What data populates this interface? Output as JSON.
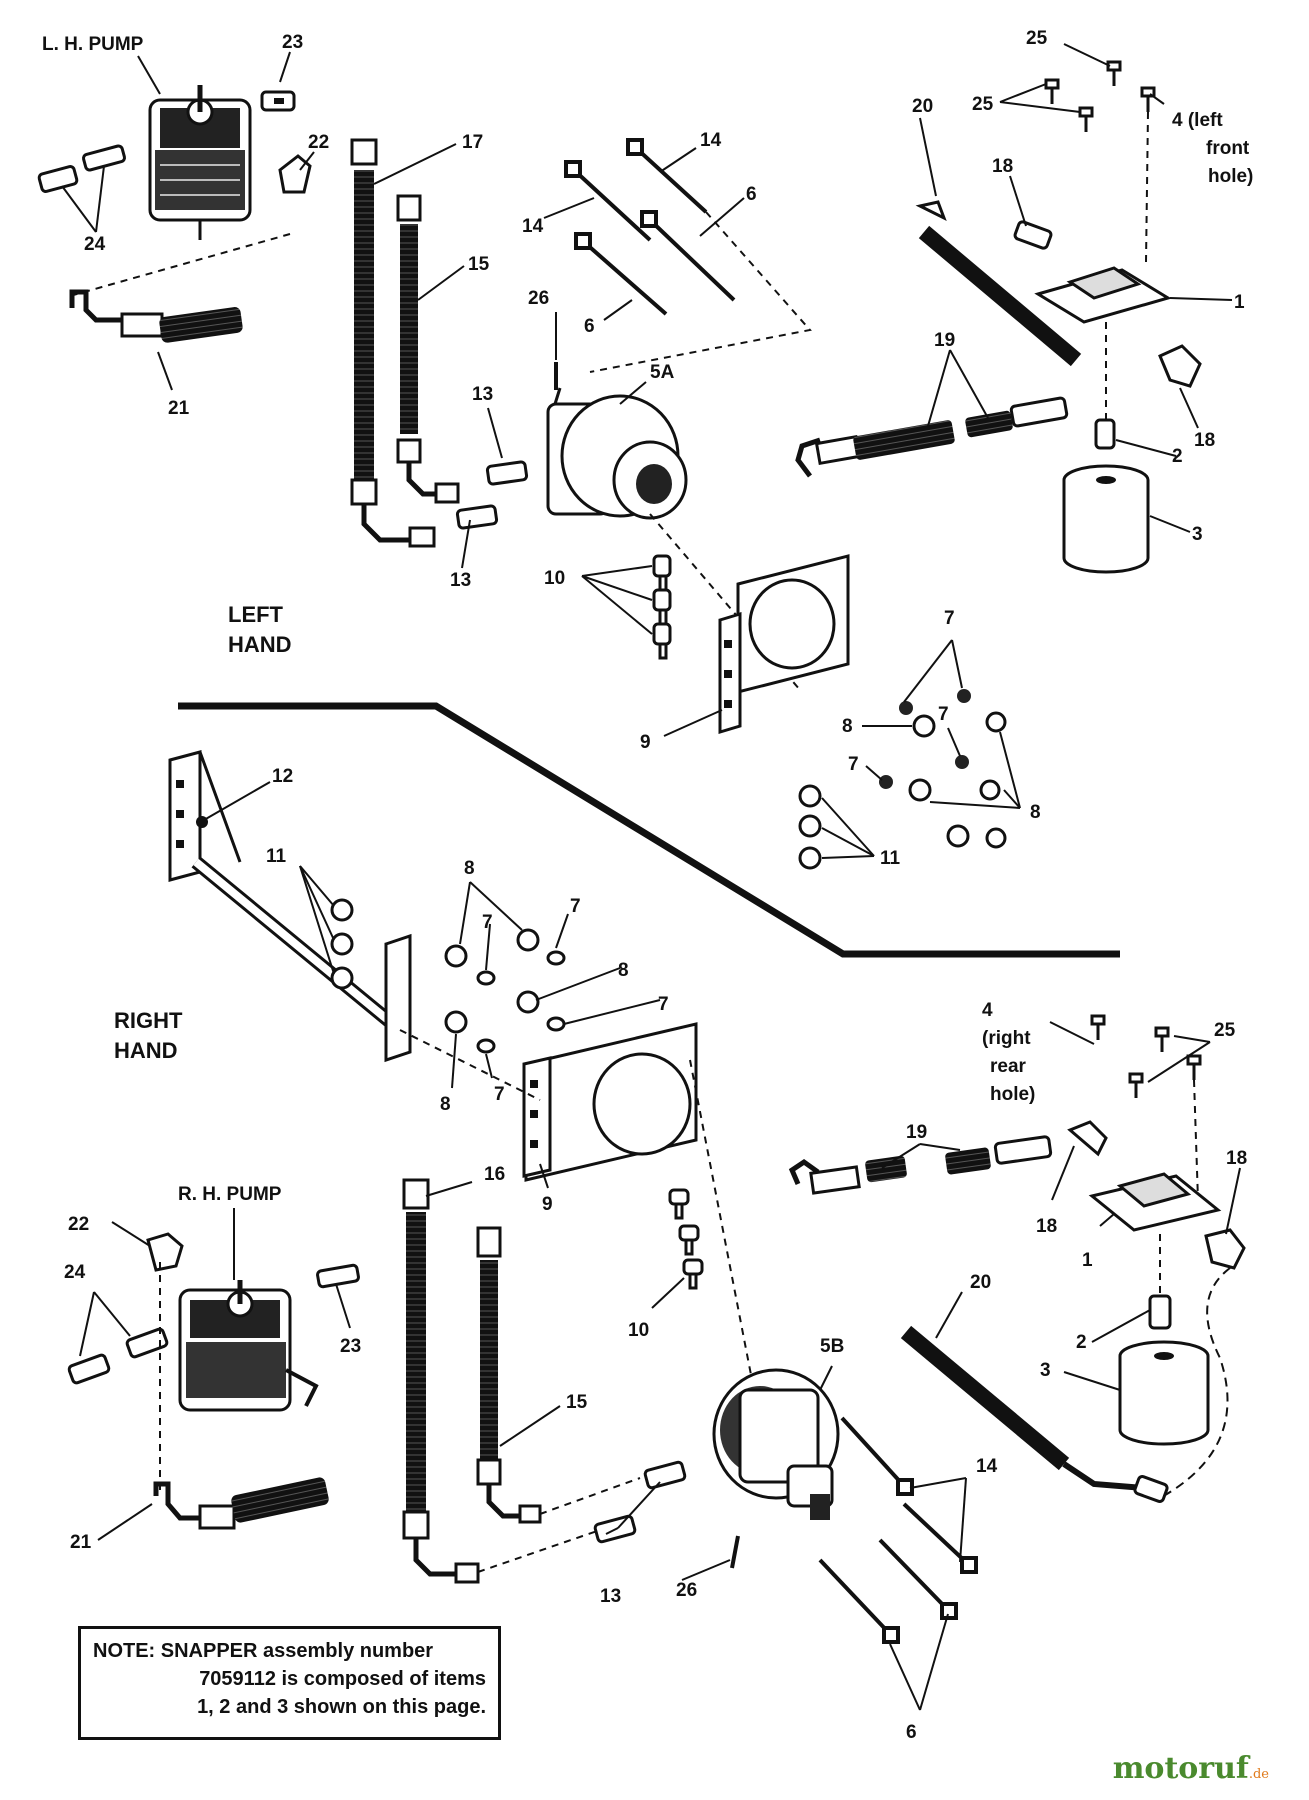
{
  "sections": {
    "left_hand": [
      "LEFT",
      "HAND"
    ],
    "right_hand": [
      "RIGHT",
      "HAND"
    ]
  },
  "pump_labels": {
    "left": "L. H. PUMP",
    "right": "R. H. PUMP"
  },
  "callouts": {
    "n1": "1",
    "n2": "2",
    "n3": "3",
    "n4": "4",
    "n5a": "5A",
    "n5b": "5B",
    "n6": "6",
    "n7": "7",
    "n8": "8",
    "n9": "9",
    "n10": "10",
    "n11": "11",
    "n12": "12",
    "n13": "13",
    "n14": "14",
    "n15": "15",
    "n16": "16",
    "n17": "17",
    "n18": "18",
    "n19": "19",
    "n20": "20",
    "n21": "21",
    "n22": "22",
    "n23": "23",
    "n24": "24",
    "n25": "25",
    "n26": "26"
  },
  "hole_notes": {
    "left_front": [
      "4 (left",
      "front",
      "hole)"
    ],
    "right_rear": [
      "4",
      "(right",
      "rear",
      "hole)"
    ]
  },
  "note": {
    "lines": [
      "NOTE: SNAPPER assembly number",
      "7059112 is composed of items",
      "1, 2 and 3 shown on this page."
    ]
  },
  "watermark": {
    "name": "motoruf",
    "suffix": ".de"
  }
}
